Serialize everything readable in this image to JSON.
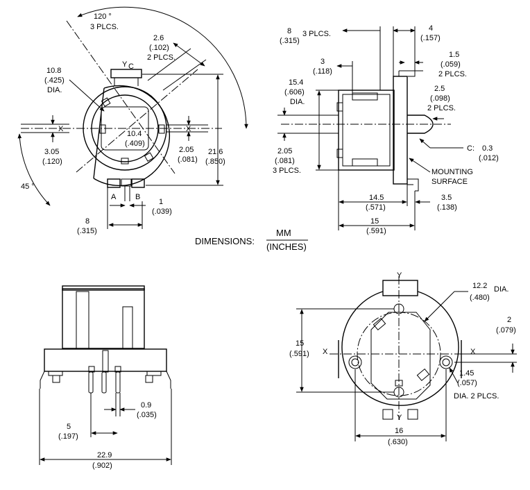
{
  "top_left_view": {
    "angle_top": "120 °",
    "angle_top_note": "3 PLCS.",
    "pin_w_mm": "2.6",
    "pin_w_in": "(.102)",
    "pin_w_note": "2 PLCS.",
    "dia_outer_mm": "10.8",
    "dia_outer_in": "(.425)",
    "dia_outer_note": "DIA.",
    "label_yc_y": "Y",
    "label_yc_c": "C",
    "label_x_left": "X",
    "label_x_right": "X",
    "inner_mm": "10.4",
    "inner_in": "(.409)",
    "off_left_mm": "3.05",
    "off_left_in": "(.120)",
    "off_right_mm": "2.05",
    "off_right_in": "(.081)",
    "height_mm": "21.6",
    "height_in": "(.850)",
    "angle_low": "45 °",
    "pin_a": "A",
    "pin_b": "B",
    "pitch_mm": "1",
    "pitch_in": "(.039)",
    "base_mm": "8",
    "base_in": "(.315)"
  },
  "top_right_view": {
    "tab_mm": "8",
    "tab_in": "(.315)",
    "tab_note": "3 PLCS.",
    "top_w_mm": "4",
    "top_w_in": "(.157)",
    "shaft_mm": "3",
    "shaft_in": "(.118)",
    "flange_mm": "1.5",
    "flange_in": "(.059)",
    "flange_note": "2 PLCS.",
    "dia_mm": "15.4",
    "dia_in": "(.606)",
    "dia_note": "DIA.",
    "lead_mm": "2.5",
    "lead_in": "(.098)",
    "lead_note": "2 PLCS.",
    "off_mm": "2.05",
    "off_in": "(.081)",
    "off_note": "3 PLCS.",
    "c_label": "C:",
    "c_mm": "0.3",
    "c_in": "(.012)",
    "mount_1": "MOUNTING",
    "mount_2": "SURFACE",
    "body_mm": "14.5",
    "body_in": "(.571)",
    "tail_mm": "3.5",
    "tail_in": "(.138)",
    "total_mm": "15",
    "total_in": "(.591)"
  },
  "units": {
    "label": "DIMENSIONS:",
    "num": "MM",
    "den": "(INCHES)"
  },
  "bottom_left_view": {
    "pin_mm": "0.9",
    "pin_in": "(.035)",
    "pitch_mm": "5",
    "pitch_in": "(.197)",
    "width_mm": "22.9",
    "width_in": "(.902)"
  },
  "bottom_right_view": {
    "label_y_top": "Y",
    "label_y_bottom": "Y",
    "label_x_left": "X",
    "label_x_right": "X",
    "dia_mm": "12.2",
    "dia_in": "(.480)",
    "dia_note": "DIA.",
    "off_mm": "2",
    "off_in": "(.079)",
    "height_mm": "15",
    "height_in": "(.591)",
    "hole_mm": "1.45",
    "hole_in": "(.057)",
    "hole_note": "DIA. 2 PLCS.",
    "width_mm": "16",
    "width_in": "(.630)"
  }
}
